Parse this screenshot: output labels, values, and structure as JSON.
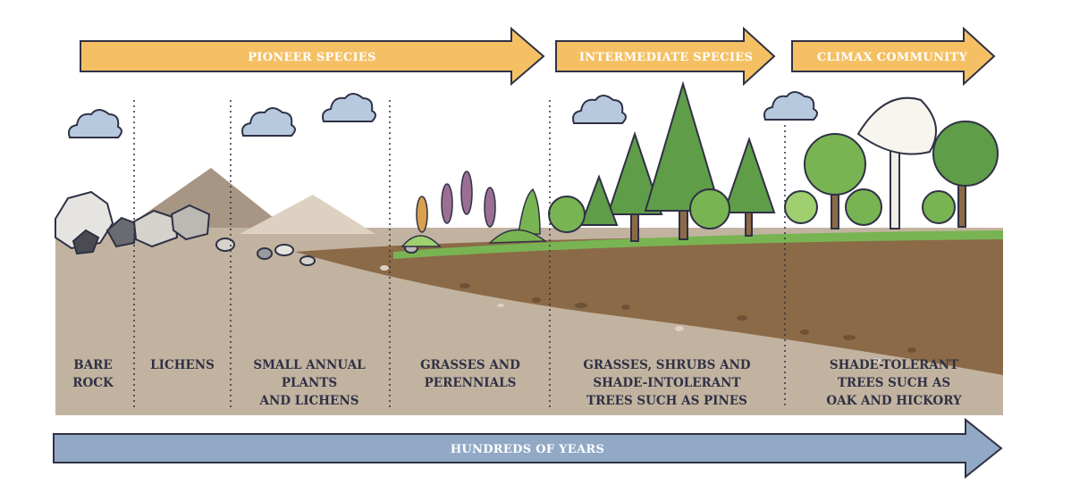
{
  "stage_arrows": [
    {
      "label": "PIONEER SPECIES"
    },
    {
      "label": "INTERMEDIATE SPECIES"
    },
    {
      "label": "CLIMAX COMMUNITY"
    }
  ],
  "stages": [
    {
      "line1": "BARE",
      "line2": "ROCK",
      "line3": ""
    },
    {
      "line1": "LICHENS",
      "line2": "",
      "line3": ""
    },
    {
      "line1": "SMALL ANNUAL",
      "line2": "PLANTS",
      "line3": "AND LICHENS"
    },
    {
      "line1": "GRASSES AND",
      "line2": "PERENNIALS",
      "line3": ""
    },
    {
      "line1": "GRASSES, SHRUBS AND",
      "line2": "SHADE-INTOLERANT",
      "line3": "TREES SUCH AS PINES"
    },
    {
      "line1": "SHADE-TOLERANT",
      "line2": "TREES SUCH AS",
      "line3": "OAK AND HICKORY"
    }
  ],
  "timeline": {
    "label": "HUNDREDS OF YEARS"
  },
  "colors": {
    "stage_arrow_fill": "#f5c064",
    "timeline_fill": "#92a9c6",
    "outline": "#2f3145",
    "soil_light": "#c2b3a0",
    "soil_dark": "#8b6a47",
    "grass": "#79b452",
    "tree_green": "#5f9d48",
    "cloud": "#b6c9de"
  }
}
